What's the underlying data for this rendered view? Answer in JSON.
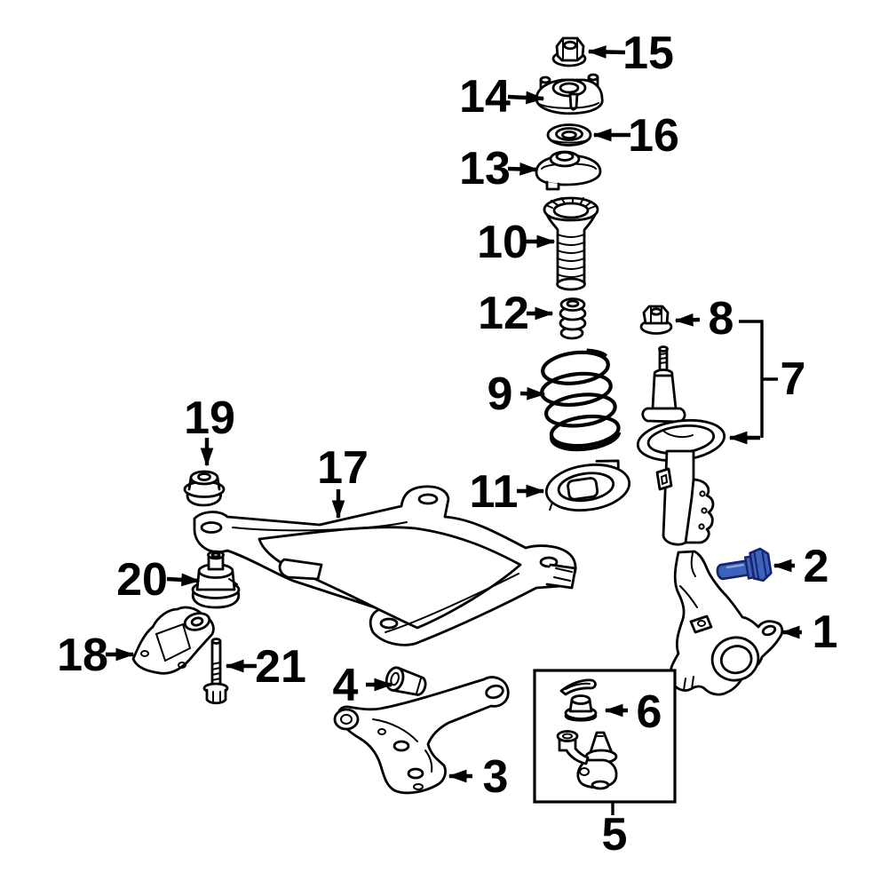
{
  "figure": {
    "background": "#ffffff",
    "line_color": "#000000",
    "highlighted_part": "2",
    "highlight_fill": "#3b63bd",
    "highlight_outline": "#17246a"
  },
  "callouts": {
    "c1": {
      "label": "1"
    },
    "c2": {
      "label": "2"
    },
    "c3": {
      "label": "3"
    },
    "c4": {
      "label": "4"
    },
    "c5": {
      "label": "5"
    },
    "c6": {
      "label": "6"
    },
    "c7": {
      "label": "7"
    },
    "c8": {
      "label": "8"
    },
    "c9": {
      "label": "9"
    },
    "c10": {
      "label": "10"
    },
    "c11": {
      "label": "11"
    },
    "c12": {
      "label": "12"
    },
    "c13": {
      "label": "13"
    },
    "c14": {
      "label": "14"
    },
    "c15": {
      "label": "15"
    },
    "c16": {
      "label": "16"
    },
    "c17": {
      "label": "17"
    },
    "c18": {
      "label": "18"
    },
    "c19": {
      "label": "19"
    },
    "c20": {
      "label": "20"
    },
    "c21": {
      "label": "21"
    }
  }
}
